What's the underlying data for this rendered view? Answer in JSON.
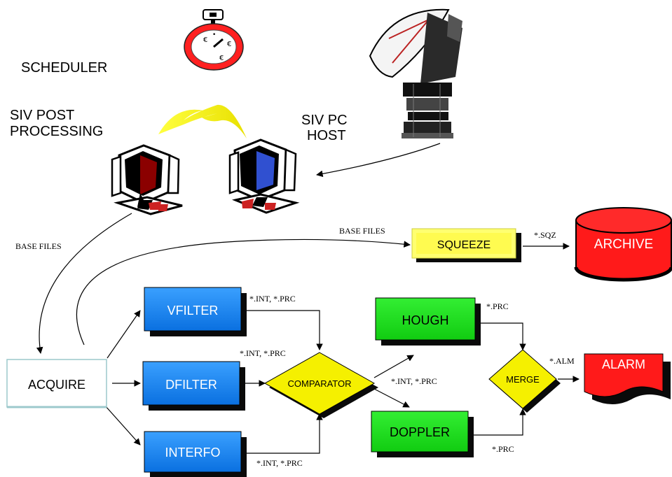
{
  "labels": {
    "scheduler": "SCHEDULER",
    "siv_post_line1": "SIV POST",
    "siv_post_line2": "PROCESSING",
    "siv_pc_line1": "SIV PC",
    "siv_pc_line2": "HOST"
  },
  "nodes": {
    "squeeze": "SQUEEZE",
    "archive": "ARCHIVE",
    "vfilter": "VFILTER",
    "dfilter": "DFILTER",
    "interfo": "INTERFO",
    "acquire": "ACQUIRE",
    "comparator": "COMPARATOR",
    "hough": "HOUGH",
    "doppler": "DOPPLER",
    "merge": "MERGE",
    "alarm": "ALARM"
  },
  "edges": {
    "base_files_left": "BASE FILES",
    "base_files_top": "BASE FILES",
    "sqz": "*.SQZ",
    "vfilter_out": "*.INT, *.PRC",
    "dfilter_out": "*.INT, *.PRC",
    "interfo_out": "*.INT, *.PRC",
    "comparator_out": "*.INT, *.PRC",
    "hough_out": "*.PRC",
    "doppler_out": "*.PRC",
    "merge_out": "*.ALM"
  },
  "colors": {
    "blue_box": "#1e90ff",
    "green_box": "#22dd22",
    "yellow": "#f5f000",
    "squeeze_fill": "#ffff66",
    "red": "#ff1a1a",
    "shadow": "#0a0a0a"
  },
  "icons": {
    "stopwatch": "stopwatch-icon",
    "antenna": "satellite-dish-icon",
    "computer_left": "computer-icon",
    "computer_right": "computer-icon"
  }
}
